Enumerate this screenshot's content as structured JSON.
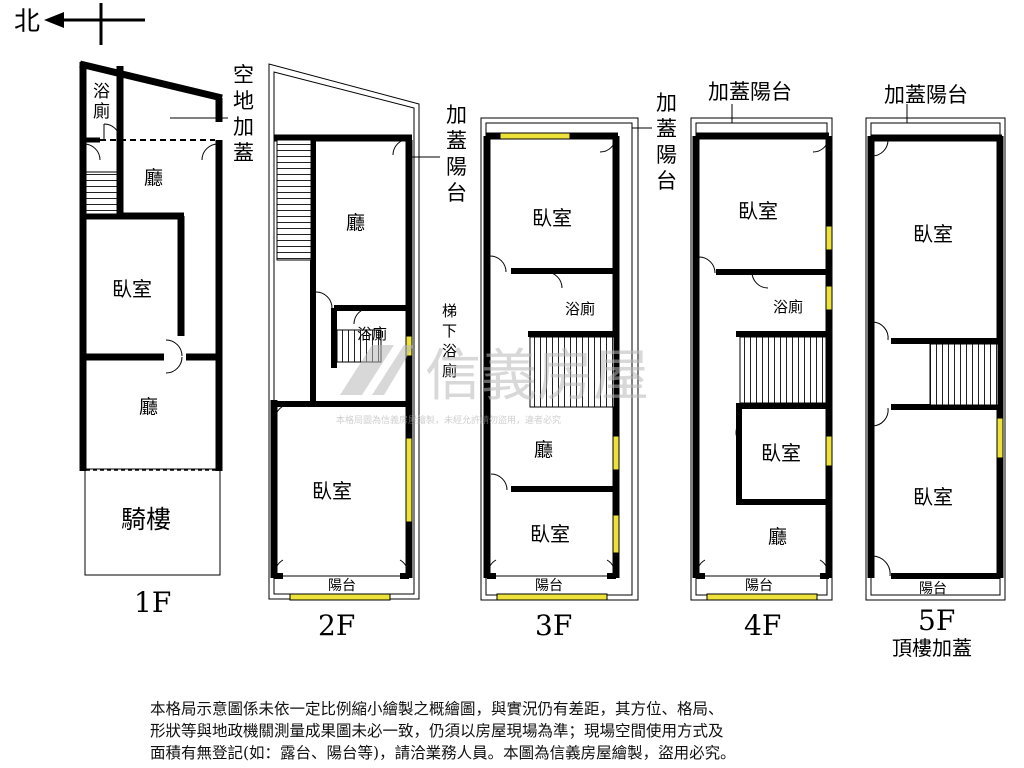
{
  "compass": {
    "label": "北"
  },
  "floors": {
    "f1": {
      "label": "1F",
      "rooms": {
        "bath": [
          "浴",
          "廁"
        ],
        "hall_top": "廳",
        "bedroom": "臥室",
        "hall_bottom": "廳",
        "arcade": "騎樓"
      },
      "extension_note": [
        "空",
        "地",
        "加",
        "蓋"
      ]
    },
    "f2": {
      "label": "2F",
      "rooms": {
        "hall": "廳",
        "bath": "浴廁",
        "bedroom": "臥室",
        "balcony": "陽台"
      },
      "extension_note": [
        "加",
        "蓋",
        "陽",
        "台"
      ],
      "stair_bath_note": [
        "梯",
        "下",
        "浴",
        "廁"
      ]
    },
    "f3": {
      "label": "3F",
      "rooms": {
        "bedroom_top": "臥室",
        "bath": "浴廁",
        "hall": "廳",
        "bedroom_bottom": "臥室",
        "balcony": "陽台"
      },
      "extension_note": [
        "加",
        "蓋",
        "陽",
        "台"
      ]
    },
    "f4": {
      "label": "4F",
      "rooms": {
        "bedroom_top": "臥室",
        "bath": "浴廁",
        "bedroom_mid": "臥室",
        "hall": "廳",
        "balcony": "陽台"
      },
      "extension_note": "加蓋陽台"
    },
    "f5": {
      "label": "5F",
      "sublabel": "頂樓加蓋",
      "rooms": {
        "bedroom_top": "臥室",
        "bedroom_bottom": "臥室",
        "balcony": "陽台"
      },
      "extension_note": "加蓋陽台"
    }
  },
  "watermark": {
    "brand": "信義房屋",
    "notice": "本格局圖為信義房屋繪製，未經允許請勿盜用，違者必究"
  },
  "disclaimer": [
    "本格局示意圖係未依一定比例縮小繪製之概繪圖，與實況仍有差距，其方位、格局、",
    "形狀等與地政機關測量成果圖未必一致，仍須以房屋現場為準；現場空間使用方式及",
    "面積有無登記(如：露台、陽台等)，請洽業務人員。本圖為信義房屋繪製，盜用必究。"
  ],
  "colors": {
    "wall": "#000000",
    "window": "#ece23a",
    "watermark": "#b9b9b9"
  }
}
